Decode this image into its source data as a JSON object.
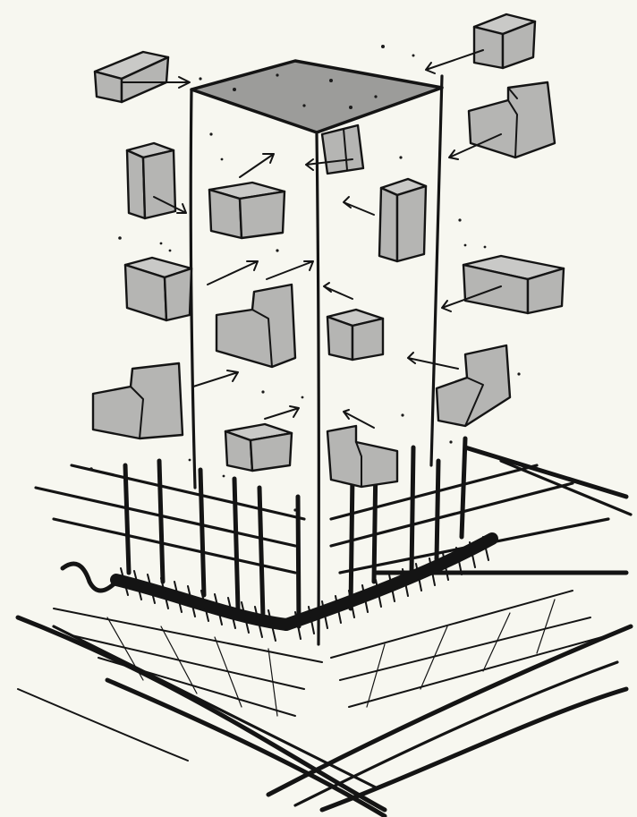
{
  "illustration": {
    "style": "hand-drawn black ink sketch with grey fill",
    "colors": {
      "background": "#f7f7f0",
      "ink": "#141414",
      "block_fill": "#b5b5b3",
      "roof_fill": "#9c9c9a"
    },
    "elements": [
      "tower-shaft",
      "tower-roof",
      "floating-modules",
      "assembly-arrows",
      "foundation-hatching",
      "site-grid",
      "ground-lines"
    ]
  }
}
